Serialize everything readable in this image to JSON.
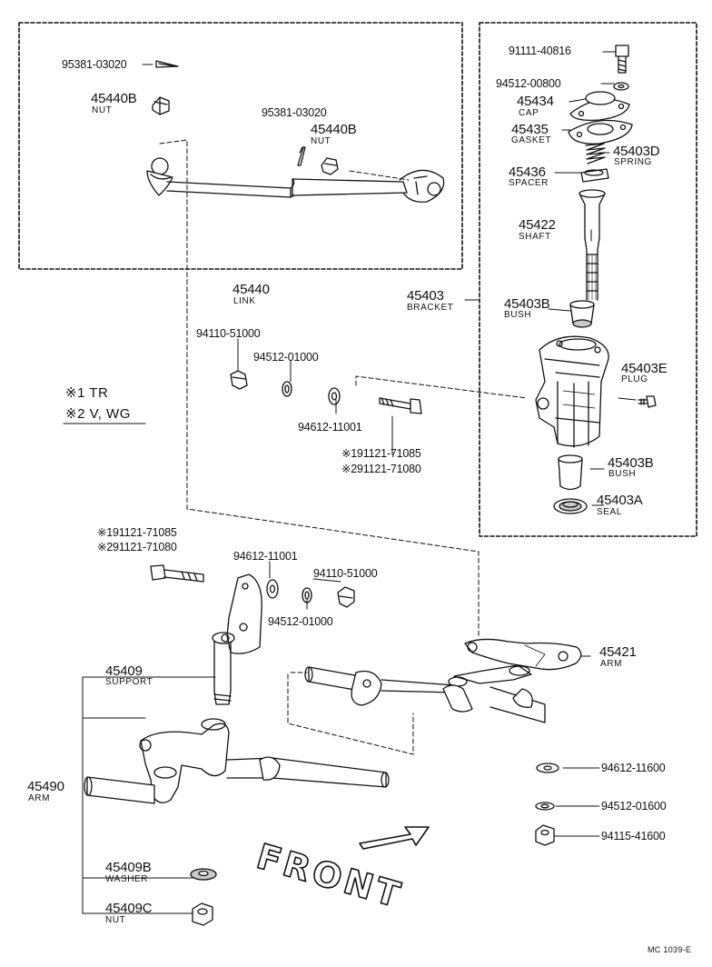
{
  "labels": {
    "top_pin": "95381-03020",
    "nut1_pn": "45440B",
    "nut1_nm": "NUT",
    "pin2_pn": "95381-03020",
    "nut2_pn": "45440B",
    "nut2_nm": "NUT",
    "link_pn": "45440",
    "link_nm": "LINK",
    "bracket_pn": "45403",
    "bracket_nm": "BRACKET",
    "bolt_top": "91111-40816",
    "washer_top": "94512-00800",
    "cap_pn": "45434",
    "cap_nm": "CAP",
    "gasket_pn": "45435",
    "gasket_nm": "GASKET",
    "spring_pn": "45403D",
    "spring_nm": "SPRING",
    "spacer_pn": "45436",
    "spacer_nm": "SPACER",
    "shaft_pn": "45422",
    "shaft_nm": "SHAFT",
    "bush1_pn": "45403B",
    "bush1_nm": "BUSH",
    "plug_pn": "45403E",
    "plug_nm": "PLUG",
    "bush2_pn": "45403B",
    "bush2_nm": "BUSH",
    "seal_pn": "45403A",
    "seal_nm": "SEAL",
    "nut_mid": "94110-51000",
    "lockwasher_mid": "94512-01000",
    "washer_mid": "94612-11001",
    "bolt_mid_1": "※191121-71085",
    "bolt_mid_2": "※291121-71080",
    "note_1": "※1 TR",
    "note_2": "※2 V, WG",
    "bolt_low_1": "※191121-71085",
    "bolt_low_2": "※291121-71080",
    "washer_low": "94612-11001",
    "nut_low": "94110-51000",
    "lockwasher_low": "94512-01000",
    "support_pn": "45409",
    "support_nm": "SUPPORT",
    "arm2_pn": "45421",
    "arm2_nm": "ARM",
    "arm_pn": "45490",
    "arm_nm": "ARM",
    "washer_r": "94612-11600",
    "lockwasher_r": "94512-01600",
    "nut_r": "94115-41600",
    "washer_b_pn": "45409B",
    "washer_b_nm": "WASHER",
    "nut_c_pn": "45409C",
    "nut_c_nm": "NUT",
    "front": "FRONT",
    "code": "MC  1039-E"
  },
  "colors": {
    "ink": "#111111",
    "paper": "#ffffff",
    "shade": "#c8c8c8"
  },
  "icons": [
    "cotter-pin-icon",
    "castle-nut-icon",
    "bolt-icon",
    "washer-icon",
    "bush-icon",
    "seal-icon",
    "arrow-icon"
  ]
}
